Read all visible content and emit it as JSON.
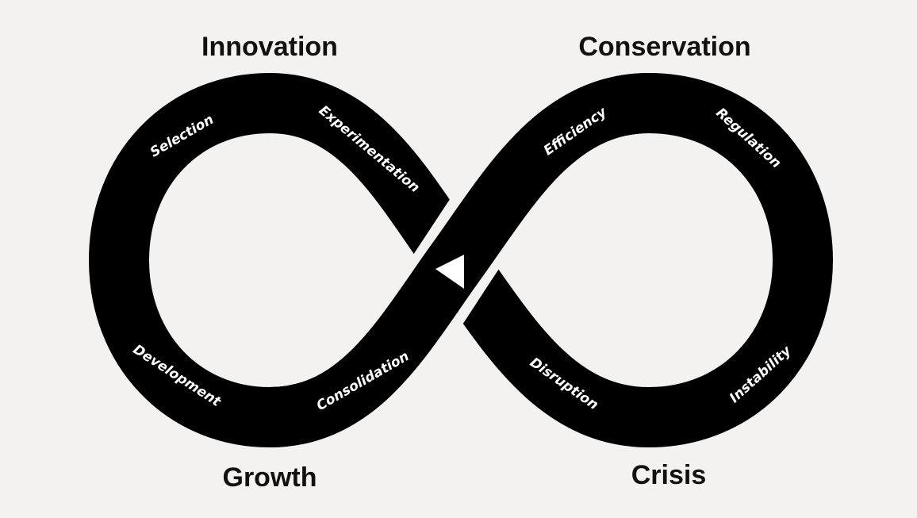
{
  "phases": {
    "innovation": "Innovation",
    "conservation": "Conservation",
    "growth": "Growth",
    "crisis": "Crisis"
  },
  "labels": {
    "selection": "Selection",
    "experimentation": "Experimentation",
    "efficiency": "Efficiency",
    "regulation": "Regulation",
    "development": "Development",
    "consolidation": "Consolidation",
    "disruption": "Disruption",
    "instability": "Instability"
  },
  "colors": {
    "band": "#000000",
    "background": "#f3f2f0",
    "text": "#ffffff"
  }
}
